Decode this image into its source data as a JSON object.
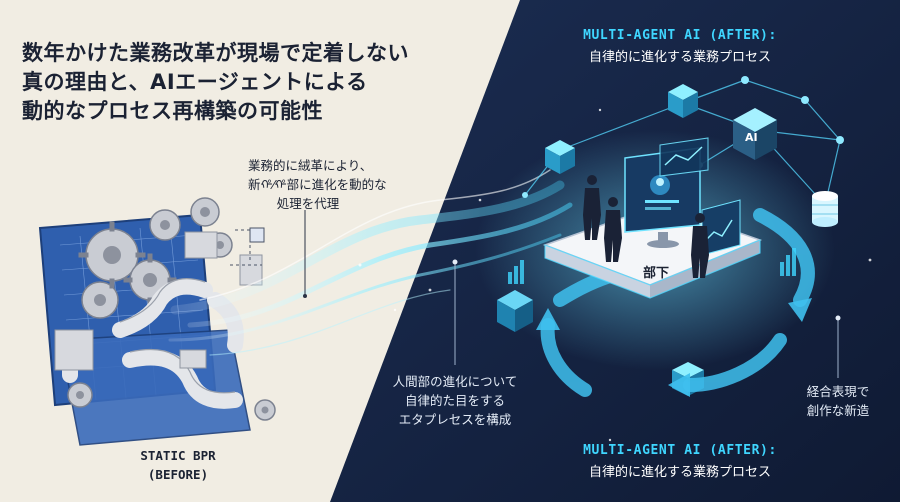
{
  "title": {
    "line1": "数年かけた業務改革が現場で定着しない",
    "line2": "真の理由と、AIエージェントによる",
    "line3": "動的なプロセス再構築の可能性"
  },
  "left_callout": {
    "line1": "業務的に絨革により、",
    "line2": "新ᡥ⁄ᡥ部に進化を動的な",
    "line3": "処理を代理"
  },
  "before_label": {
    "line1": "STATIC BPR",
    "line2": "(BEFORE)"
  },
  "top_heading": {
    "en": "MULTI-AGENT AI (AFTER):",
    "ja": "自律的に進化する業務プロセス"
  },
  "bottom_heading": {
    "en": "MULTI-AGENT AI (AFTER):",
    "ja": "自律的に進化する業務プロセス"
  },
  "center_note": {
    "line1": "人間部の進化について",
    "line2": "自律的た目をする",
    "line3": "エタプレセスを構成"
  },
  "right_note": {
    "line1": "経合表現で",
    "line2": "創作な新造"
  },
  "platform_label": "部下",
  "chip_label": "AI",
  "colors": {
    "left_bg": "#f1ede3",
    "right_bg": "#14223f",
    "accent_cyan": "#3fd6ff",
    "blueprint_blue": "#2f5fae"
  }
}
